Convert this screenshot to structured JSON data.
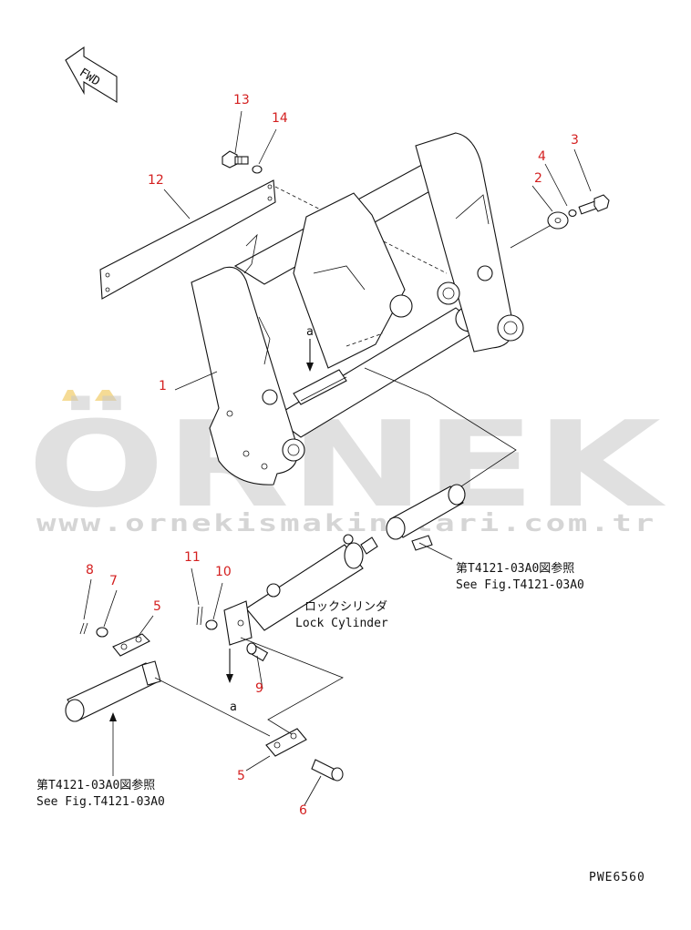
{
  "fwd_label": "FWD",
  "callouts": {
    "c1": "1",
    "c2": "2",
    "c3": "3",
    "c4": "4",
    "c5a": "5",
    "c5b": "5",
    "c6": "6",
    "c7": "7",
    "c8": "8",
    "c9": "9",
    "c10": "10",
    "c11": "11",
    "c12": "12",
    "c13": "13",
    "c14": "14"
  },
  "view_marker_top": "a",
  "view_marker_bottom": "a",
  "reference_right": {
    "jp": "第T4121-03A0図参照",
    "en": "See Fig.T4121-03A0"
  },
  "reference_left": {
    "jp": "第T4121-03A0図参照",
    "en": "See Fig.T4121-03A0"
  },
  "lock_cylinder": {
    "jp": "ロックシリンダ",
    "en": "Lock Cylinder"
  },
  "drawing_code": "PWE6560",
  "watermark": {
    "brand": "ÖRNEK",
    "url": "www.ornekismakinalari.com.tr"
  },
  "colors": {
    "callout": "#d42020",
    "line": "#111111",
    "watermark": "#c8c8c8",
    "watermark_accent": "#f2d27a"
  }
}
